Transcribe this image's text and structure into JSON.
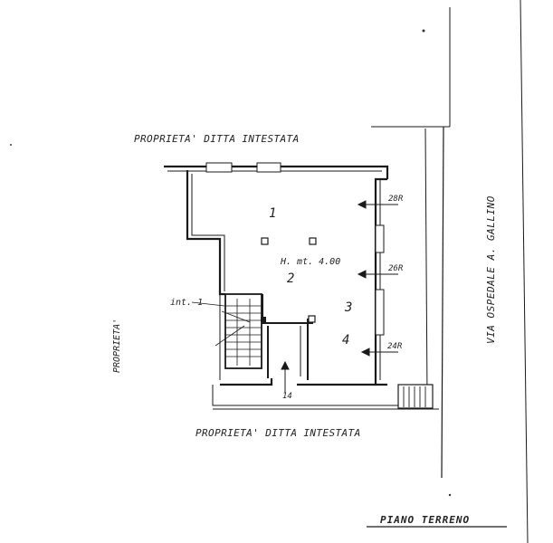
{
  "drawing": {
    "labels": {
      "owner_top": "PROPRIETA' DITTA INTESTATA",
      "owner_bottom": "PROPRIETA' DITTA INTESTATA",
      "owner_left": "PROPRIETA'",
      "street": "VIA OSPEDALE A. GALLINO",
      "floor_title": "PIANO TERRENO",
      "height_note": "H. mt. 4.00",
      "stair_note": "int. 1",
      "room_1": "1",
      "room_2": "2",
      "room_3": "3",
      "room_4": "4",
      "door_1": "28R",
      "door_2": "26R",
      "door_3": "24R",
      "entry_door": "14"
    }
  }
}
